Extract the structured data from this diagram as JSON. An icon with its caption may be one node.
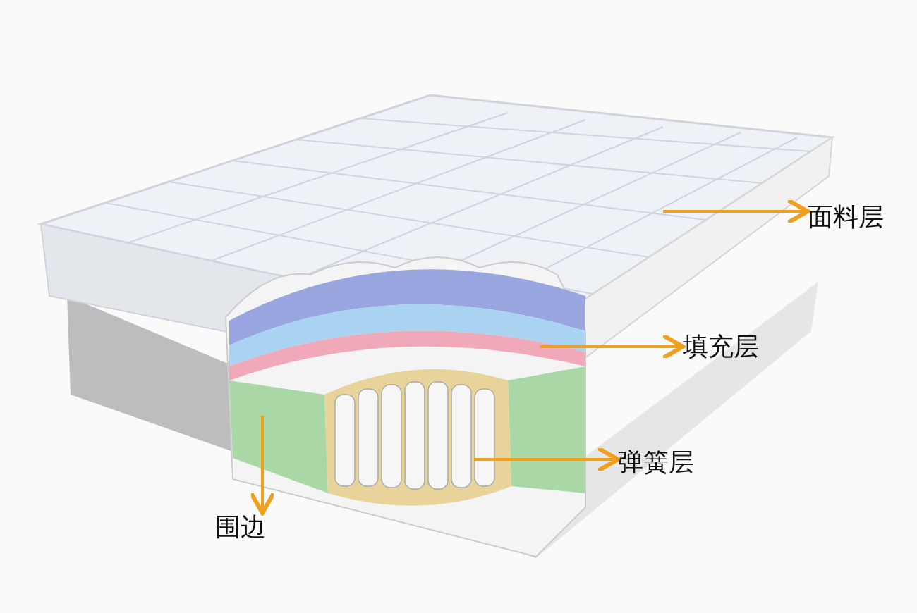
{
  "diagram": {
    "nodes": [
      {
        "text": [
          "面料层"
        ]
      },
      {
        "text": [
          "填充层"
        ]
      },
      {
        "text": [
          "弹簧层"
        ]
      },
      {
        "text": [
          "围边"
        ]
      }
    ],
    "edges": [
      {
        "from": null,
        "to": 0,
        "arrow": "to"
      },
      {
        "from": null,
        "to": 1,
        "arrow": "to"
      },
      {
        "from": null,
        "to": 2,
        "arrow": "to"
      },
      {
        "from": null,
        "to": 3,
        "arrow": "to"
      }
    ]
  }
}
